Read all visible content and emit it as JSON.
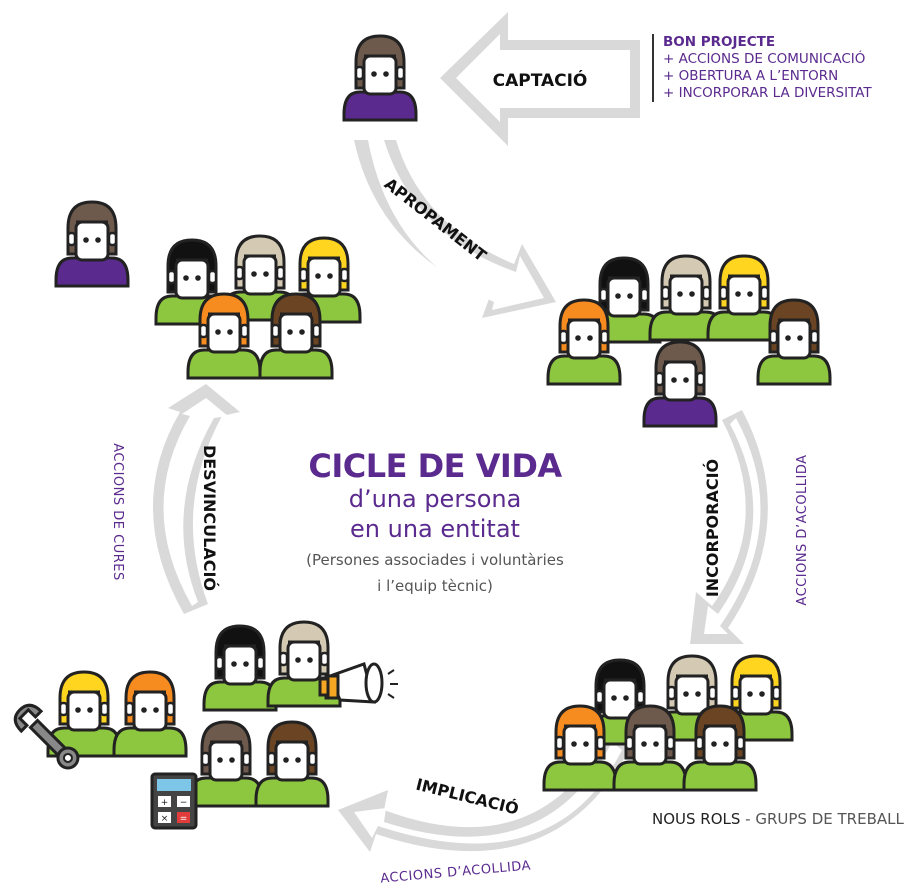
{
  "title": "CICLE DE VIDA",
  "subtitle_line1": "d’una persona",
  "subtitle_line2": "en una entitat",
  "note_line1": "(Persones associades i voluntàries",
  "note_line2": "i l’equip tècnic)",
  "stages": {
    "captacio": "CAPTACIÓ",
    "apropament": "APROPAMENT",
    "incorporacio": "INCORPORACIÓ",
    "implicacio": "IMPLICACIÓ",
    "desvinculacio": "DESVINCULACIÓ"
  },
  "actions": {
    "acollida_right": "ACCIONS D’ACOLLIDA",
    "acollida_bottom": "ACCIONS D’ACOLLIDA",
    "cures": "ACCIONS DE CURES"
  },
  "side_notes": {
    "heading": "BON PROJECTE",
    "items": [
      "+ ACCIONS DE COMUNICACIÓ",
      "+ OBERTURA A L’ENTORN",
      "+ INCORPORAR LA DIVERSITAT"
    ]
  },
  "nous_rols": {
    "a": "NOUS ROLS",
    "b": " - GRUPS DE TREBALL"
  },
  "colors": {
    "purple": "#5a2a8e",
    "green": "#8dc63f",
    "arrow_gray": "#d7d7d7",
    "dark_hair": "#6d5a4c",
    "orange_hair": "#f68b1f",
    "yellow_hair": "#ffd520"
  }
}
